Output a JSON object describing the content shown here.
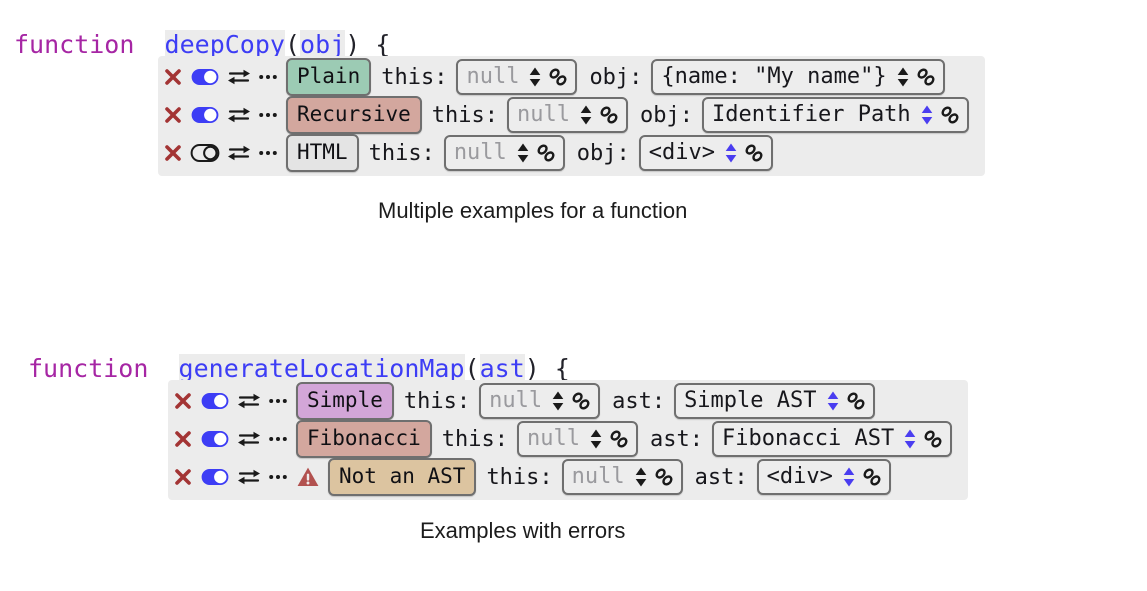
{
  "blocks": [
    {
      "id": "block-deepcopy",
      "signature": {
        "keyword": "function",
        "name": "deepCopy",
        "open_paren": "(",
        "param": "obj",
        "close_paren": ")",
        "brace": "{"
      },
      "caption": "Multiple examples for a function",
      "rows": [
        {
          "close_label": "✖",
          "toggle_state": "on",
          "swap_label": "⇄",
          "more_label": "⋯",
          "has_warning": false,
          "chip_label": "Plain",
          "chip_color": "#9ccbb4",
          "args": [
            {
              "label": "this:",
              "value": "null",
              "placeholder": true,
              "spinner_color": "#1a1a1a"
            },
            {
              "label": "obj:",
              "value": "{name: \"My name\"}",
              "placeholder": false,
              "spinner_color": "#1a1a1a"
            }
          ]
        },
        {
          "close_label": "✖",
          "toggle_state": "on",
          "swap_label": "⇄",
          "more_label": "⋯",
          "has_warning": false,
          "chip_label": "Recursive",
          "chip_color": "#d3a79e",
          "args": [
            {
              "label": "this:",
              "value": "null",
              "placeholder": true,
              "spinner_color": "#1a1a1a"
            },
            {
              "label": "obj:",
              "value": "Identifier Path",
              "placeholder": false,
              "spinner_color": "#4a3df0"
            }
          ]
        },
        {
          "close_label": "✖",
          "toggle_state": "off",
          "swap_label": "⇄",
          "more_label": "⋯",
          "has_warning": false,
          "chip_label": "HTML",
          "chip_color": "#e4e4e4",
          "args": [
            {
              "label": "this:",
              "value": "null",
              "placeholder": true,
              "spinner_color": "#1a1a1a"
            },
            {
              "label": "obj:",
              "value": "<div>",
              "placeholder": false,
              "spinner_color": "#4a3df0"
            }
          ]
        }
      ]
    },
    {
      "id": "block-generatelocationmap",
      "signature": {
        "keyword": "function",
        "name": "generateLocationMap",
        "open_paren": "(",
        "param": "ast",
        "close_paren": ")",
        "brace": "{"
      },
      "caption": "Examples with errors",
      "rows": [
        {
          "close_label": "✖",
          "toggle_state": "on",
          "swap_label": "⇄",
          "more_label": "⋯",
          "has_warning": false,
          "chip_label": "Simple",
          "chip_color": "#d3a6d8",
          "args": [
            {
              "label": "this:",
              "value": "null",
              "placeholder": true,
              "spinner_color": "#1a1a1a"
            },
            {
              "label": "ast:",
              "value": "Simple AST",
              "placeholder": false,
              "spinner_color": "#4a3df0"
            }
          ]
        },
        {
          "close_label": "✖",
          "toggle_state": "on",
          "swap_label": "⇄",
          "more_label": "⋯",
          "has_warning": false,
          "chip_label": "Fibonacci",
          "chip_color": "#d3a79e",
          "args": [
            {
              "label": "this:",
              "value": "null",
              "placeholder": true,
              "spinner_color": "#1a1a1a"
            },
            {
              "label": "ast:",
              "value": "Fibonacci AST",
              "placeholder": false,
              "spinner_color": "#4a3df0"
            }
          ]
        },
        {
          "close_label": "✖",
          "toggle_state": "on",
          "swap_label": "⇄",
          "more_label": "⋯",
          "has_warning": true,
          "chip_label": "Not an AST",
          "chip_color": "#dcc4a0",
          "args": [
            {
              "label": "this:",
              "value": "null",
              "placeholder": true,
              "spinner_color": "#1a1a1a"
            },
            {
              "label": "ast:",
              "value": "<div>",
              "placeholder": false,
              "spinner_color": "#4a3df0"
            }
          ]
        }
      ]
    }
  ],
  "icons": {
    "close": "close-icon",
    "toggle": "toggle-switch",
    "swap": "swap-arrows-icon",
    "more": "more-dots-icon",
    "warning": "warning-triangle-icon",
    "spinner": "stepper-arrows-icon",
    "link": "chain-link-icon"
  },
  "colors": {
    "keyword": "#a626a4",
    "identifier": "#3d3df5",
    "close_x": "#a33434",
    "toggle_on": "#3d3df5",
    "warning": "#b2514f",
    "strip_bg": "#ececec",
    "field_border": "#6f6f6f"
  }
}
